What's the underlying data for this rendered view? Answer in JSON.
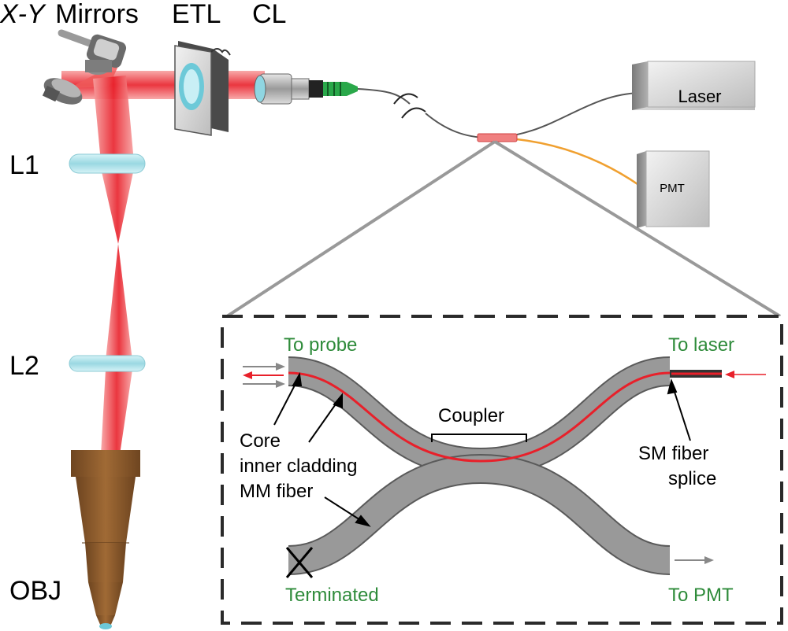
{
  "labels": {
    "xy_italic": "X-Y",
    "mirrors": "Mirrors",
    "etl": "ETL",
    "cl": "CL",
    "l1": "L1",
    "l2": "L2",
    "obj": "OBJ",
    "laser": "Laser",
    "pmt": "PMT"
  },
  "inset": {
    "to_probe": "To probe",
    "to_laser": "To laser",
    "coupler": "Coupler",
    "core": "Core",
    "inner_cladding": "inner cladding",
    "mm_fiber": "MM fiber",
    "sm_fiber": "SM fiber",
    "splice": "splice",
    "terminated": "Terminated",
    "to_pmt": "To PMT"
  },
  "colors": {
    "beam": "#e8202a",
    "beam_glow": "#f47c7c",
    "lens": "#a8e2ea",
    "fiber_gray": "#9a9a9a",
    "label_green": "#2e8b3a",
    "objective": "#8a5a2b",
    "pmt_fiber": "#f0a030"
  }
}
